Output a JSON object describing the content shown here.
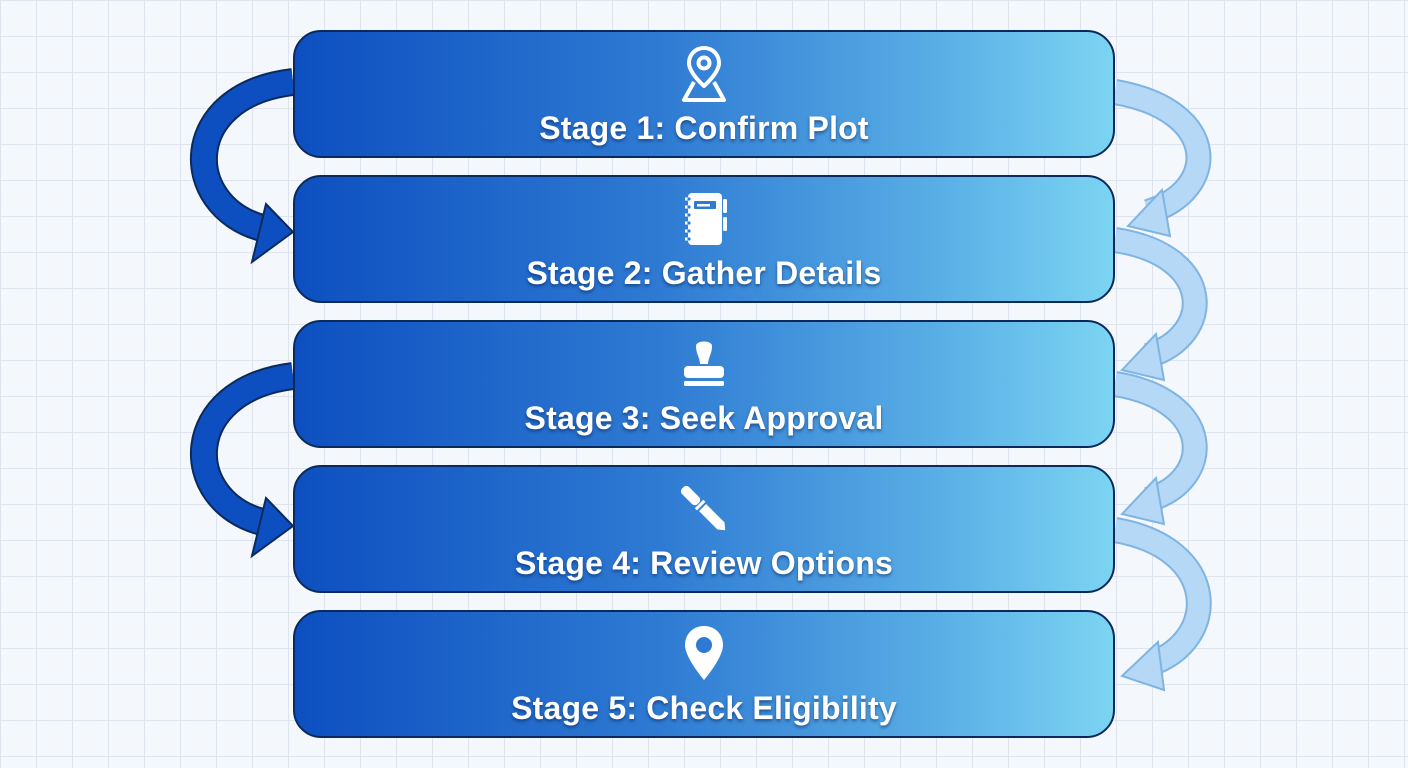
{
  "stages": [
    {
      "label": "Stage 1: Confirm Plot",
      "icon": "map-pin-icon"
    },
    {
      "label": "Stage 2: Gather Details",
      "icon": "notebook-icon"
    },
    {
      "label": "Stage 3: Seek Approval",
      "icon": "stamp-icon"
    },
    {
      "label": "Stage 4: Review Options",
      "icon": "chisel-icon"
    },
    {
      "label": "Stage 5: Check Eligibility",
      "icon": "location-pin-icon"
    }
  ],
  "colors": {
    "stage_gradient_start": "#0d4fc0",
    "stage_gradient_end": "#7cd4f2",
    "left_arrow": "#0d4fc0",
    "right_arrow": "#9cc9ef",
    "outline": "#0b2a5c"
  }
}
